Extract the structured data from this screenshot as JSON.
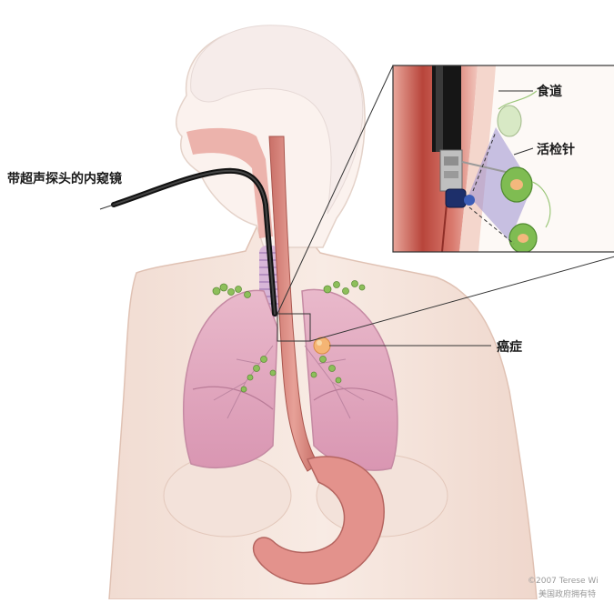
{
  "labels": {
    "endoscope": "带超声探头的内窥镜",
    "esophagus": "食道",
    "biopsy_needle": "活检针",
    "cancer": "癌症"
  },
  "credit": {
    "line1": "©2007 Terese Wi",
    "line2": "美国政府拥有特"
  }
}
